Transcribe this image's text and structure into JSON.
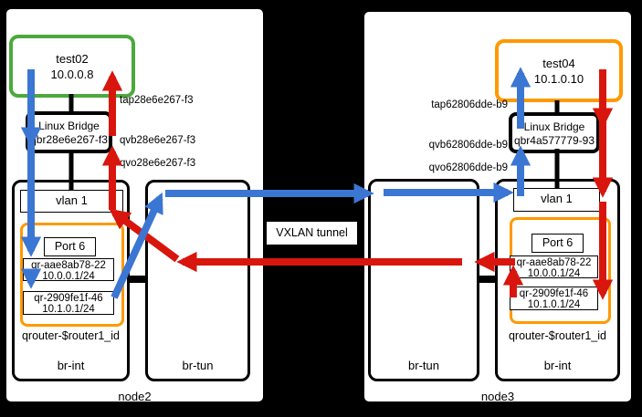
{
  "colors": {
    "blue": "#3b76d3",
    "red": "#d8160d",
    "green": "#4ca93c",
    "orange": "#ff9900"
  },
  "tunnel": {
    "label": "VXLAN tunnel"
  },
  "node2": {
    "title": "node2",
    "vm": {
      "name": "test02",
      "ip": "10.0.0.8"
    },
    "linux_bridge": {
      "line1": "Linux Bridge",
      "line2": "qbr28e6e267-f3"
    },
    "ports": {
      "tap": "tap28e6e267-f3",
      "qvb": "qvb28e6e267-f3",
      "qvo": "qvo28e6e267-f3"
    },
    "br_int": {
      "label": "br-int",
      "vlan": "vlan 1",
      "router": {
        "label": "qrouter-$router1_id",
        "port": "Port 6",
        "if1": {
          "name": "qr-aae8ab78-22",
          "ip": "10.0.0.1/24"
        },
        "if2": {
          "name": "qr-2909fe1f-46",
          "ip": "10.1.0.1/24"
        }
      }
    },
    "br_tun": {
      "label": "br-tun"
    }
  },
  "node3": {
    "title": "node3",
    "vm": {
      "name": "test04",
      "ip": "10.1.0.10"
    },
    "linux_bridge": {
      "line1": "Linux Bridge",
      "line2": "qbr4a577779-93"
    },
    "ports": {
      "tap": "tap62806dde-b9",
      "qvb": "qvb62806dde-b9",
      "qvo": "qvo62806dde-b9"
    },
    "br_int": {
      "label": "br-int",
      "vlan": "vlan 1",
      "router": {
        "label": "qrouter-$router1_id",
        "port": "Port 6",
        "if1": {
          "name": "qr-aae8ab78-22",
          "ip": "10.0.0.1/24"
        },
        "if2": {
          "name": "qr-2909fe1f-46",
          "ip": "10.1.0.1/24"
        }
      }
    },
    "br_tun": {
      "label": "br-tun"
    }
  }
}
